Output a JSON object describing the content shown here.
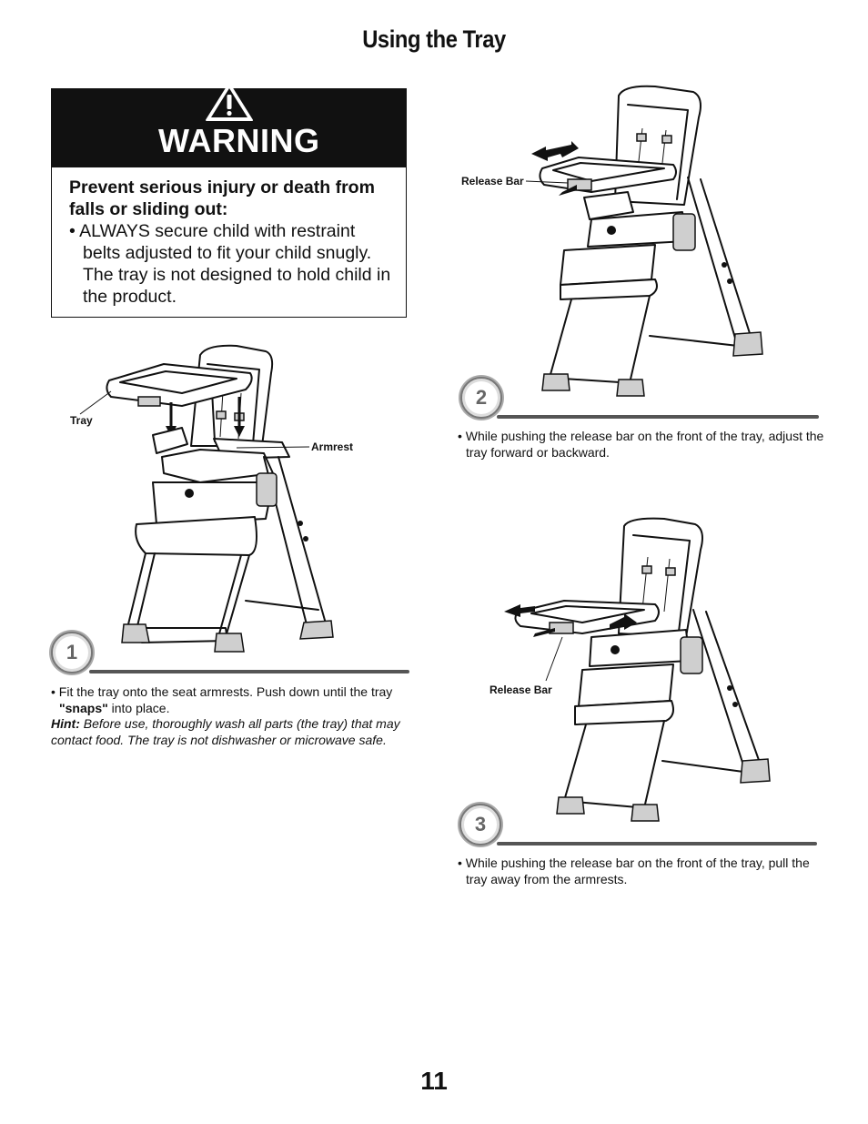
{
  "page": {
    "title": "Using the Tray",
    "number": "11"
  },
  "warning": {
    "heading": "WARNING",
    "lead": "Prevent serious injury or death from falls or sliding out:",
    "bullet": "• ALWAYS secure child with restraint belts adjusted to fit your child snugly. The tray is not designed to hold child in the product."
  },
  "steps": [
    {
      "number": "1",
      "callouts": {
        "tray": "Tray",
        "armrest": "Armrest"
      },
      "text_part1": "• Fit the tray onto the seat armrests. Push down until the tray",
      "text_bold": "\"snaps\"",
      "text_part2": " into place.",
      "hint_label": "Hint:",
      "hint_text": " Before use, thoroughly wash all parts (the tray) that may contact food. The tray is not dishwasher or microwave safe."
    },
    {
      "number": "2",
      "callouts": {
        "release_bar": "Release Bar"
      },
      "text": "• While pushing the release bar on the front of the tray, adjust the tray forward or backward."
    },
    {
      "number": "3",
      "callouts": {
        "release_bar": "Release Bar"
      },
      "text": "• While pushing the release bar on the front of the tray, pull the tray away from the armrests."
    }
  ]
}
